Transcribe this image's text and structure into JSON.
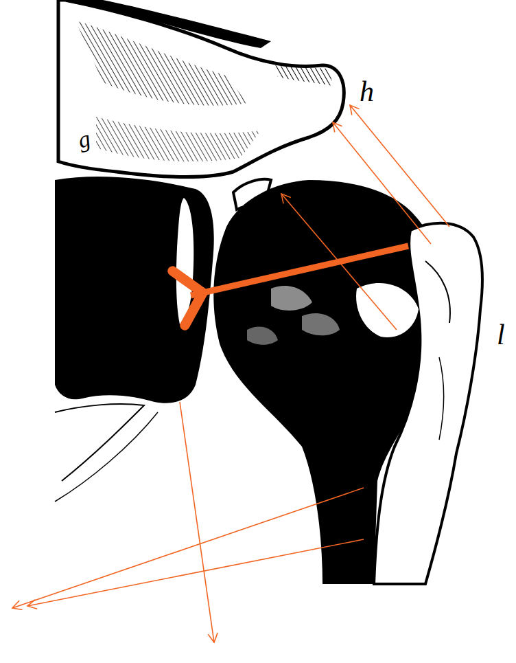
{
  "diagram": {
    "labels": [
      "g",
      "h",
      "l"
    ]
  }
}
